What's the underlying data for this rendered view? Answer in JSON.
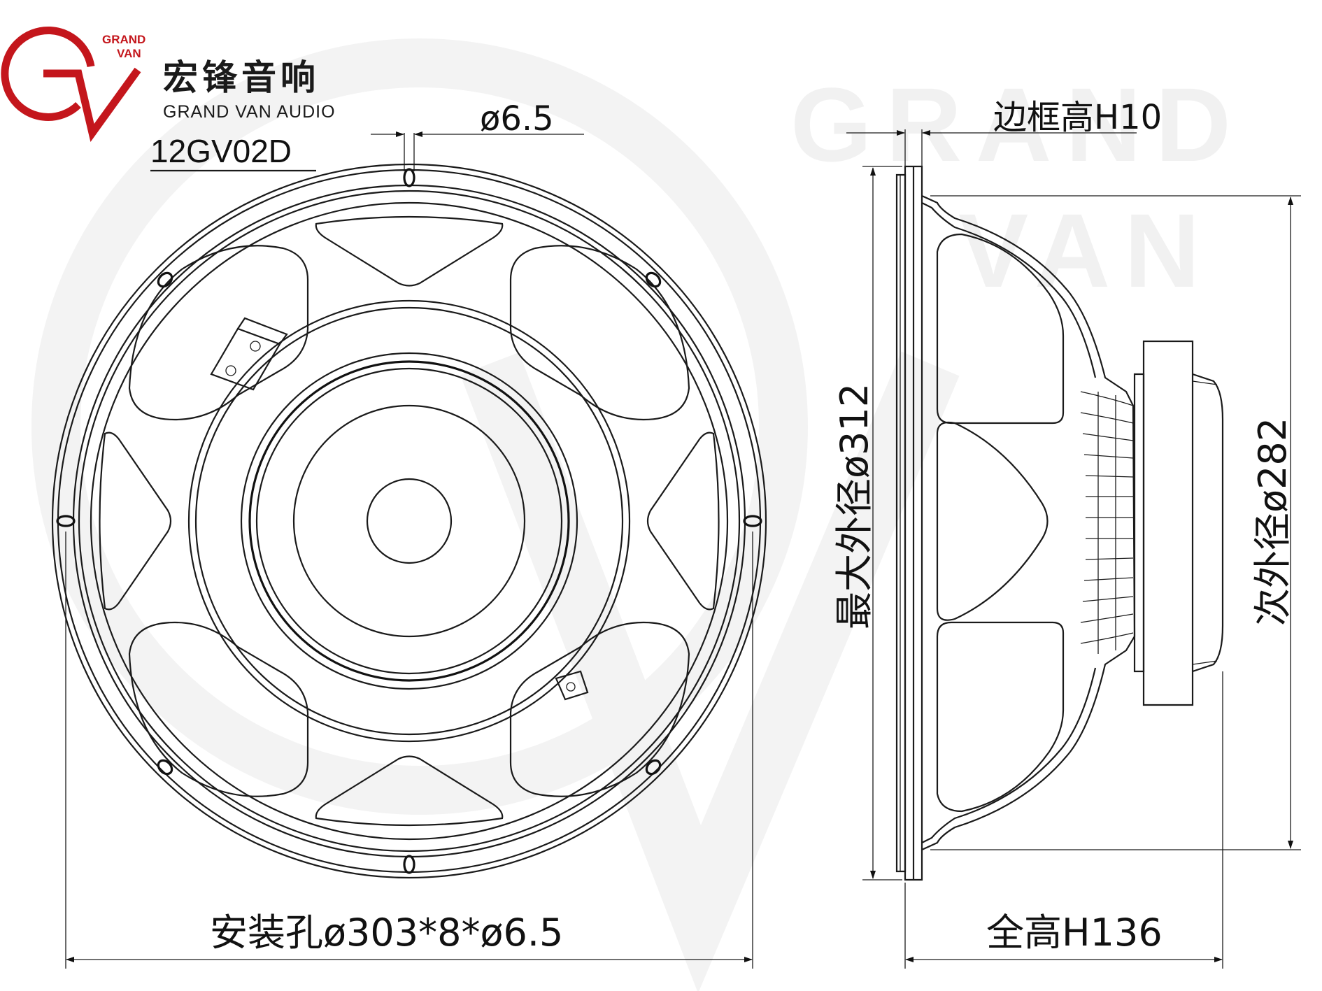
{
  "brand": {
    "name_cn": "宏锋音响",
    "name_en": "GRAND VAN AUDIO",
    "mark_top": "GRAND",
    "mark_bottom": "VAN",
    "accent_color": "#c4161c"
  },
  "watermark": {
    "line1": "GRAND",
    "line2": "VAN"
  },
  "model": "12GV02D",
  "dimensions": {
    "hole_diameter": "ø6.5",
    "frame_height": "边框高H10",
    "max_outer_diameter": "最大外径ø312",
    "secondary_outer_diameter": "次外径ø282",
    "mounting_holes": "安装孔ø303*8*ø6.5",
    "total_height": "全高H136"
  }
}
